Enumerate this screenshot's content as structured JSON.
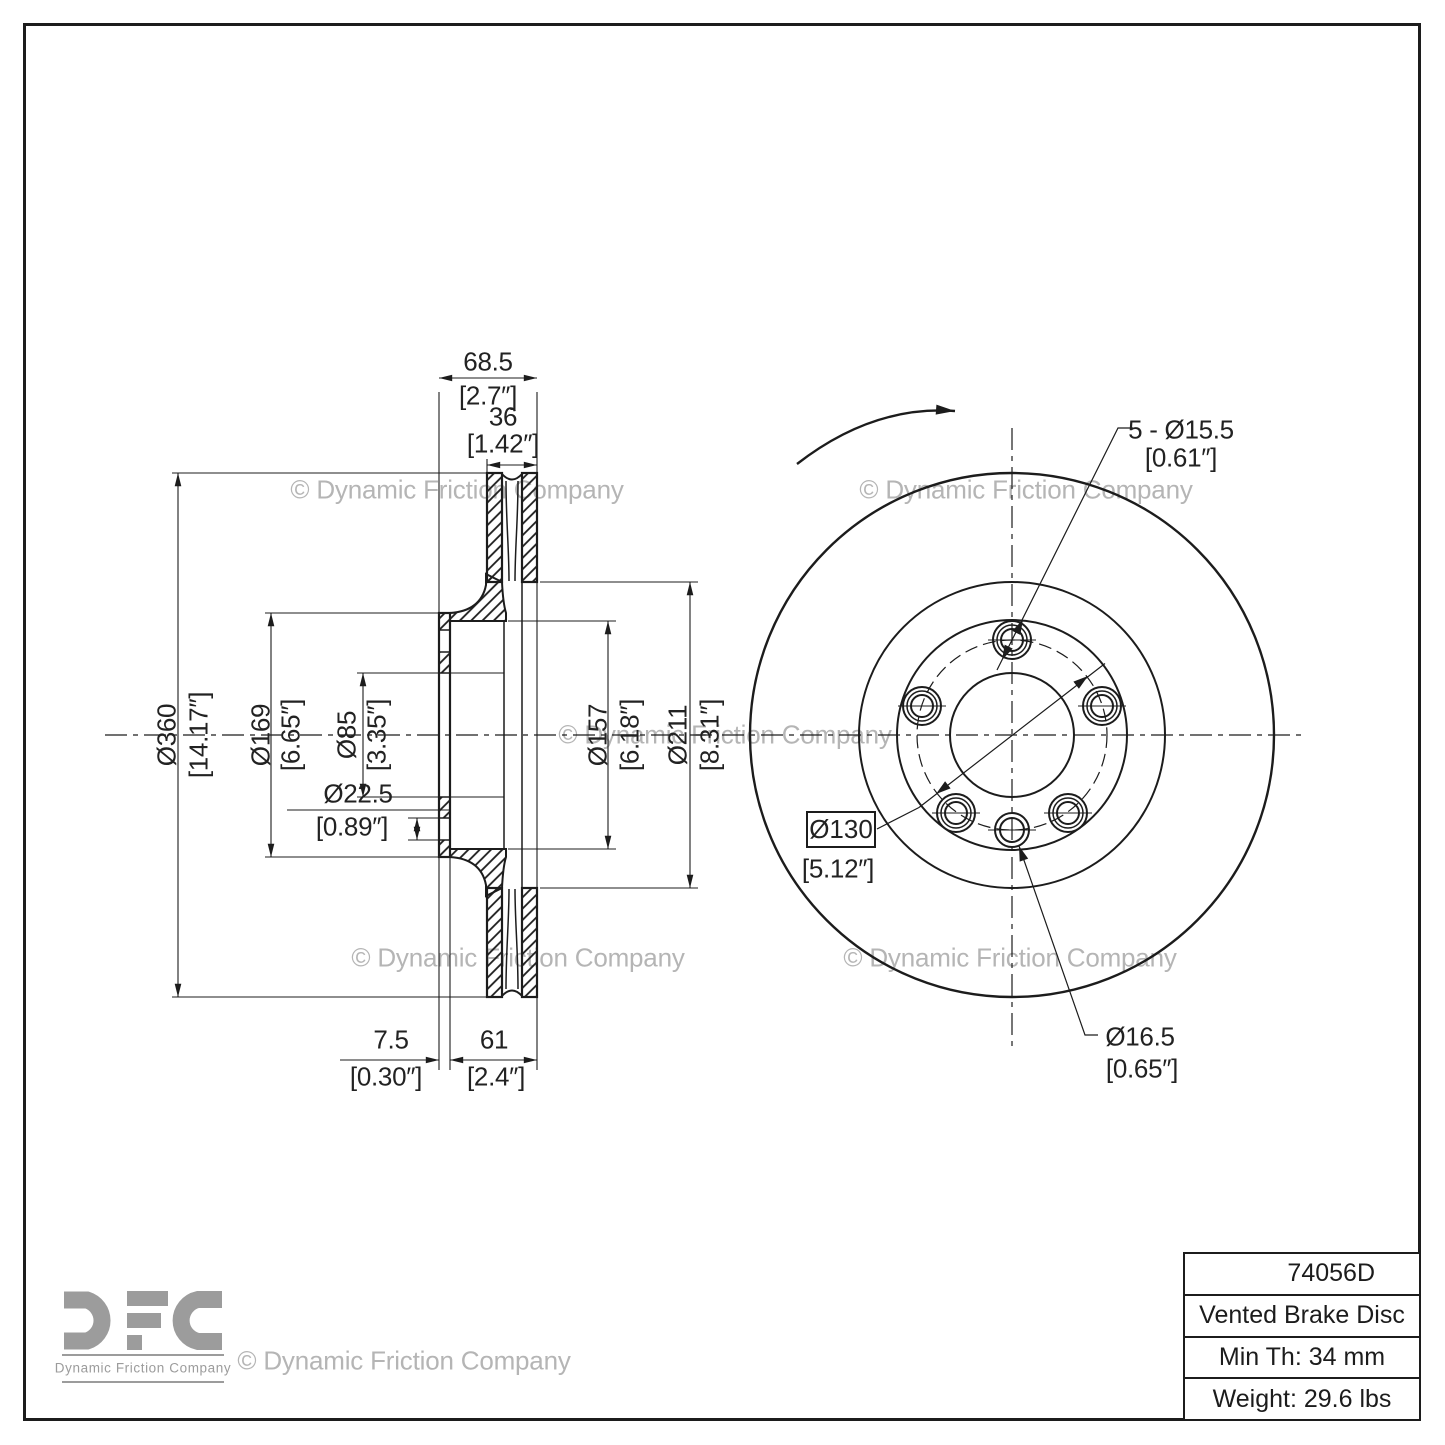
{
  "watermark": "© Dynamic Friction Company",
  "logo": {
    "letters": "DFC",
    "company": "Dynamic Friction Company"
  },
  "title_block": {
    "part_number": "74056D",
    "product_name": "Vented Brake Disc",
    "min_thickness": "Min Th: 34 mm",
    "weight": "Weight: 29.6 lbs"
  },
  "dims": {
    "overall_width": {
      "mm": "68.5",
      "in": "[2.7″]"
    },
    "disc_thickness": {
      "mm": "36",
      "in": "[1.42″]"
    },
    "outer_dia": {
      "mm": "Ø360",
      "in": "[14.17″]"
    },
    "hat_dia": {
      "mm": "Ø169",
      "in": "[6.65″]"
    },
    "center_bore": {
      "mm": "Ø85",
      "in": "[3.35″]"
    },
    "hole_dia": {
      "mm": "Ø22.5",
      "in": "[0.89″]"
    },
    "hat_inner_dia": {
      "mm": "Ø157",
      "in": "[6.18″]"
    },
    "friction_inner_dia": {
      "mm": "Ø211",
      "in": "[8.31″]"
    },
    "hat_face_thickness": {
      "mm": "7.5",
      "in": "[0.30″]"
    },
    "hat_depth": {
      "mm": "61",
      "in": "[2.4″]"
    },
    "bolt_holes": {
      "mm": "5 - Ø15.5",
      "in": "[0.61″]"
    },
    "bolt_circle": {
      "mm": "Ø130",
      "in": "[5.12″]"
    },
    "pilot_hole": {
      "mm": "Ø16.5",
      "in": "[0.65″]"
    }
  },
  "colors": {
    "line": "#1c1c1c",
    "watermark": "#b5b5b5",
    "logo_gray": "#9c9c9c"
  }
}
